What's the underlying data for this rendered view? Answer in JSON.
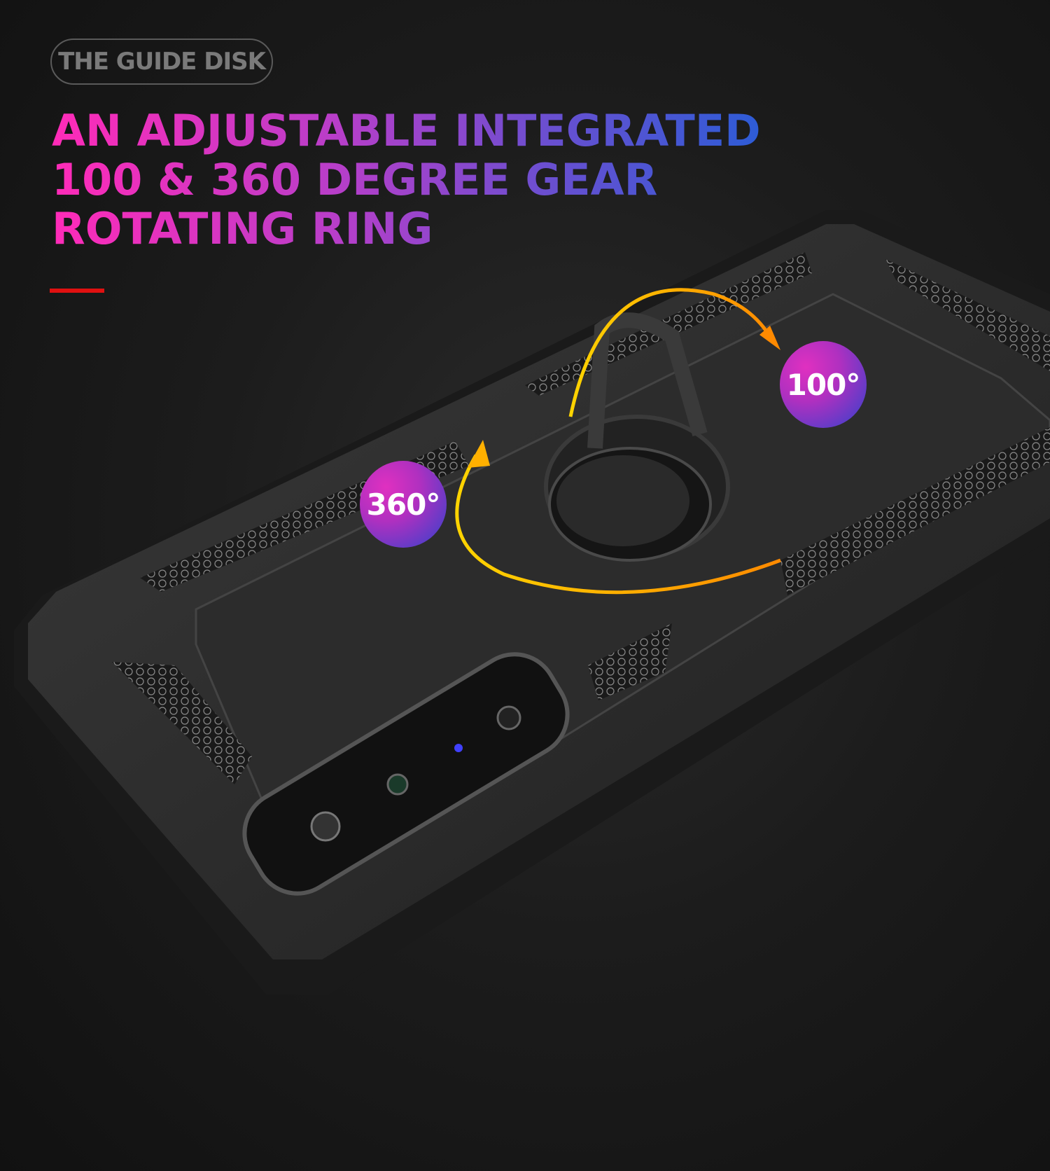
{
  "header": {
    "tag_label": "THE GUIDE DISK",
    "title_lines": [
      "AN ADJUSTABLE INTEGRATED",
      "100 & 360 DEGREE GEAR",
      "ROTATING RING"
    ]
  },
  "badges": {
    "rotation_360": "360°",
    "rotation_100": "100°"
  },
  "colors": {
    "accent_red": "#e01010",
    "gradient_start": "#ff2bb8",
    "gradient_end": "#2d5cd6",
    "arrow": "#ffb000"
  }
}
